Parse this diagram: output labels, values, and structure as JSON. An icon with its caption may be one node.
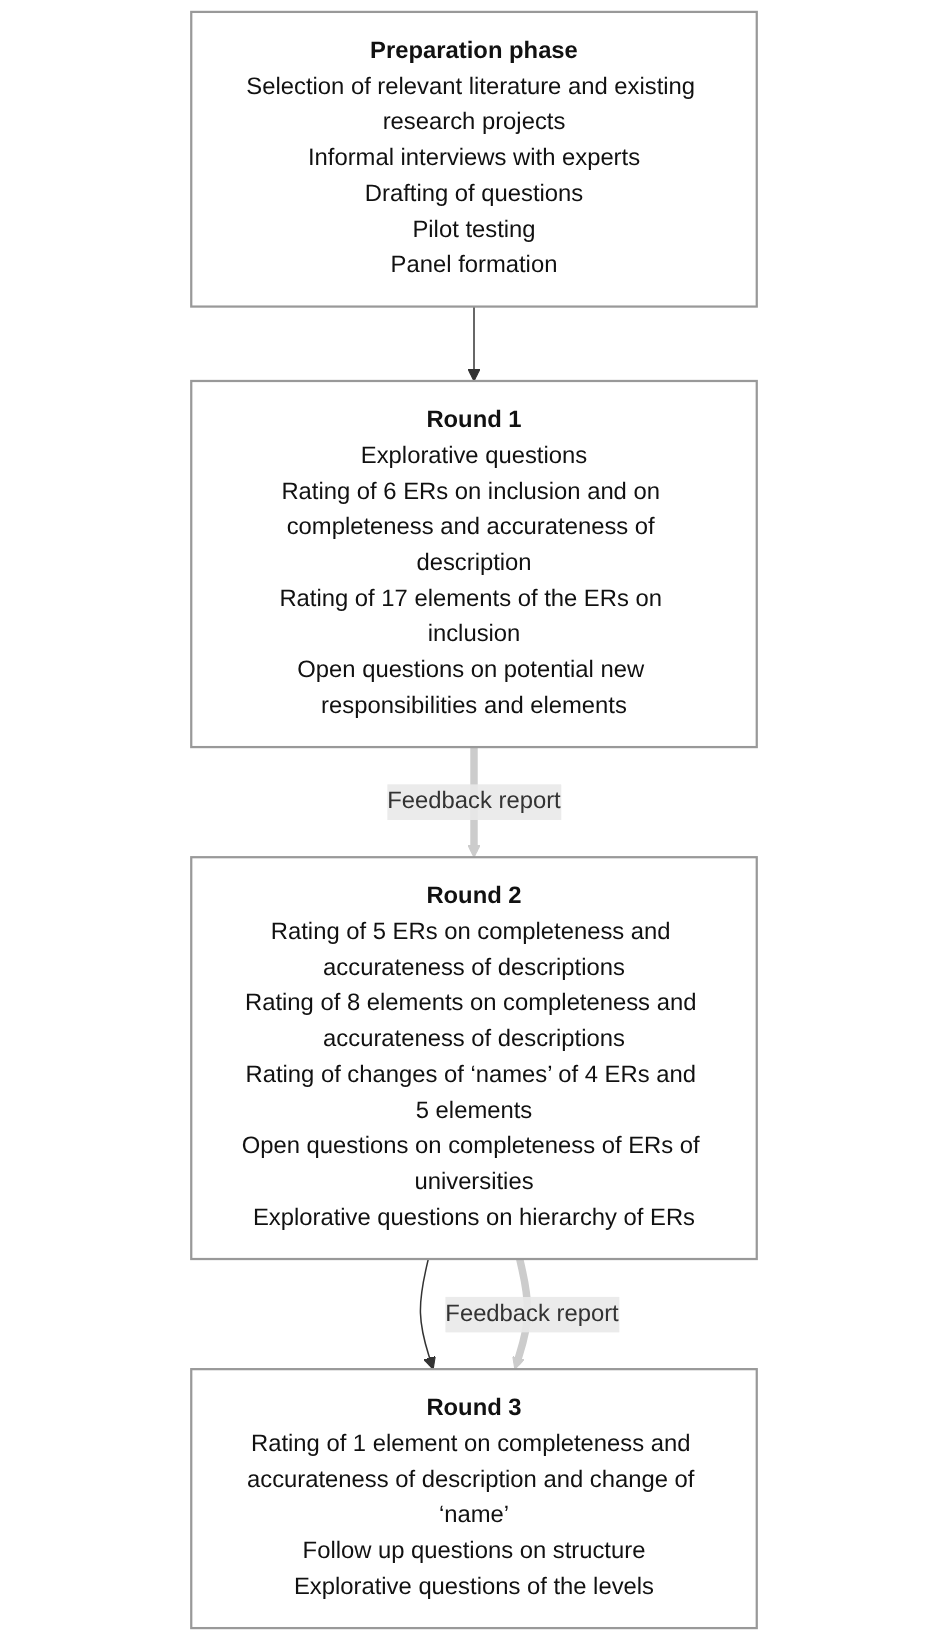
{
  "diagram": {
    "nodes": [
      {
        "text": [
          "Preparation phase",
          "Selection of relevant literature and existing research projects",
          "Informal interviews with experts",
          "Drafting of questions",
          "Pilot testing",
          "Panel formation"
        ]
      },
      {
        "text": [
          "Round 1",
          "Explorative questions",
          "Rating of 6 ERs on inclusion and on completeness and accurateness of description",
          "Rating of 17 elements of the ERs on inclusion",
          "Open questions on potential new responsibilities and elements"
        ]
      },
      {
        "text": [
          "Round 2",
          "Rating of 5 ERs on completeness and accurateness of descriptions",
          "Rating of 8 elements on completeness and accurateness of descriptions",
          "Rating of changes of ‘names’ of 4 ERs and 5 elements",
          "Open questions on completeness of ERs of universities",
          "Explorative questions on hierarchy of ERs"
        ]
      },
      {
        "text": [
          "Round 3",
          "Rating of 1 element on completeness and accurateness of description and change of ‘name’",
          "Follow up questions on structure",
          "Explorative questions of the levels"
        ]
      }
    ],
    "edges": [
      {
        "from": 0,
        "to": 1,
        "arrow": "to"
      },
      {
        "from": 1,
        "to": 2,
        "arrow": "to",
        "label": "Feedback report",
        "style": "thick",
        "color": "#cccccc"
      },
      {
        "from": 2,
        "to": 3,
        "arrow": "to"
      },
      {
        "from": 2,
        "to": 3,
        "arrow": "to",
        "label": "Feedback report",
        "style": "thick",
        "color": "#cccccc"
      }
    ]
  }
}
